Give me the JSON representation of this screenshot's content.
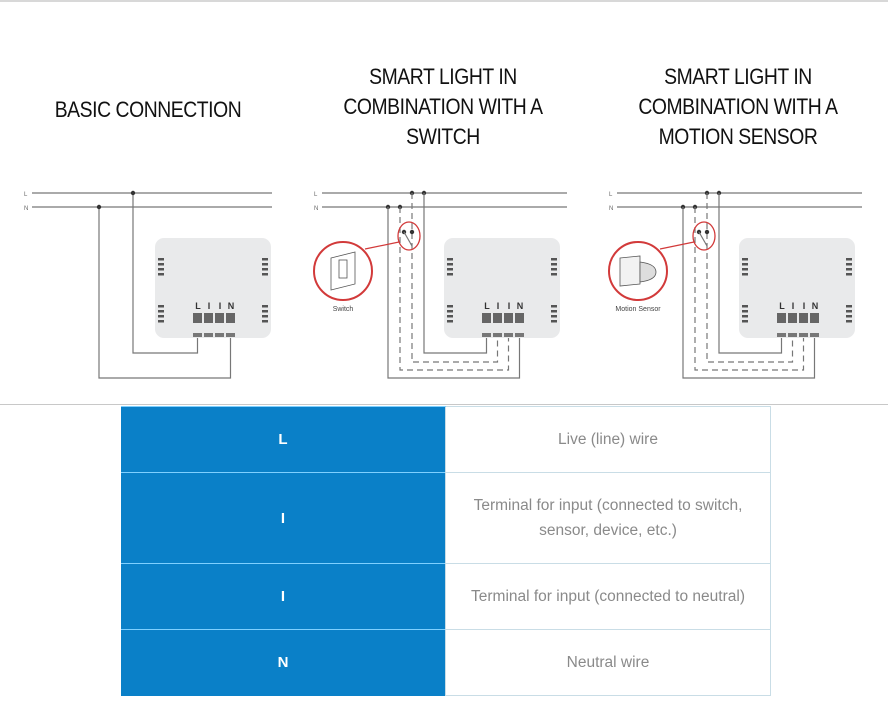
{
  "titles": [
    {
      "text": "BASIC CONNECTION"
    },
    {
      "line1": "SMART LIGHT IN",
      "line2": "COMBINATION WITH A",
      "line3": "SWITCH"
    },
    {
      "line1": "SMART LIGHT IN",
      "line2": "COMBINATION WITH A",
      "line3": "MOTION SENSOR"
    }
  ],
  "diagram": {
    "bus_labels": {
      "live": "L",
      "neutral": "N"
    },
    "terminal_labels": [
      "L",
      "I",
      "I",
      "N"
    ],
    "switch_label": "Switch",
    "sensor_label": "Motion Sensor",
    "colors": {
      "wire": "#777777",
      "module": "#e9eaeb",
      "terminal": "#666666",
      "highlight": "#d23a3a"
    }
  },
  "legend": {
    "colors": {
      "key_bg": "#0a80c8",
      "key_text": "#ffffff",
      "desc_text": "#8a8a8a"
    },
    "rows": [
      {
        "key": "L",
        "description": "Live (line) wire"
      },
      {
        "key": "I",
        "description": "Terminal for input (connected to switch, sensor, device, etc.)"
      },
      {
        "key": "I",
        "description": "Terminal for input (connected to neutral)"
      },
      {
        "key": "N",
        "description": "Neutral wire"
      }
    ]
  }
}
